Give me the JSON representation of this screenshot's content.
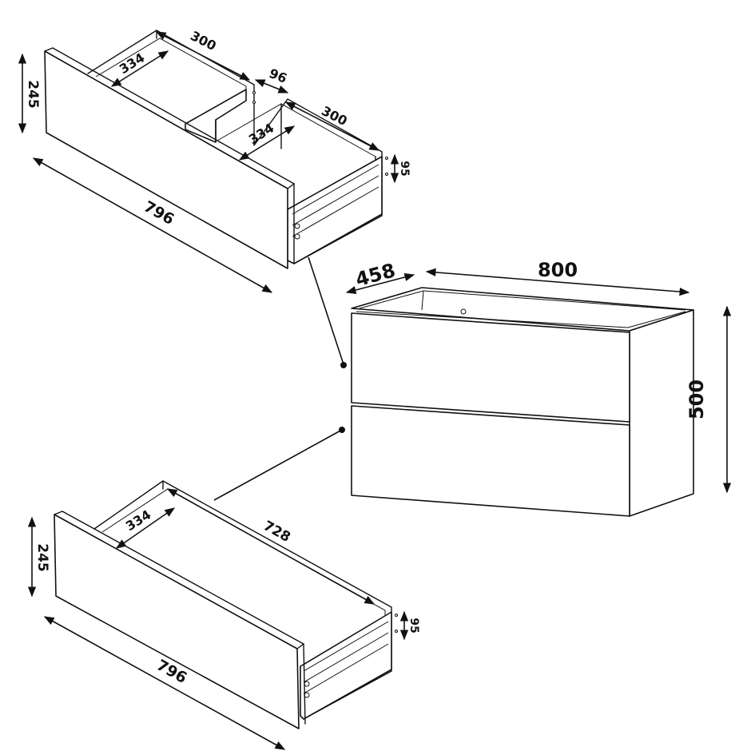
{
  "colors": {
    "line": "#111111",
    "background": "#ffffff"
  },
  "dimensions": {
    "top_drawer": {
      "height": "245",
      "front_width": "796",
      "left_depth": "334",
      "left_width": "300",
      "divider_width": "96",
      "right_depth": "334",
      "right_width": "300",
      "side_height": "95"
    },
    "cabinet": {
      "depth": "458",
      "width": "800",
      "height": "500"
    },
    "bottom_drawer": {
      "height": "245",
      "front_width": "796",
      "depth": "334",
      "inner_width": "728",
      "side_height": "95"
    }
  }
}
